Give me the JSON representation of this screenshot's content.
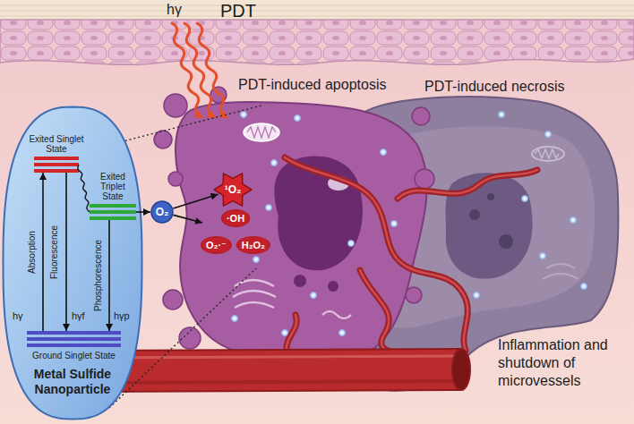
{
  "diagram": {
    "nodes": [
      {
        "text": [
          "Metal Sulfide Nanoparticle"
        ]
      },
      {
        "text": [
          "Exited Singlet State"
        ],
        "in": 0
      },
      {
        "text": [
          "Exited Triplet State"
        ],
        "in": 0
      },
      {
        "text": [
          "Ground Singlet State"
        ],
        "in": 0
      },
      {
        "text": [
          "O₂"
        ]
      },
      {
        "text": [
          "¹O₂"
        ]
      },
      {
        "text": [
          "·OH",
          "O₂·⁻",
          "H₂O₂"
        ]
      }
    ],
    "edges": [
      {
        "from": 3,
        "to": 1,
        "label": "Absorption",
        "arrow": "to"
      },
      {
        "from": 1,
        "to": 3,
        "label": "Fluorescence",
        "arrow": "to"
      },
      {
        "from": 1,
        "to": 2,
        "arrow": "none"
      },
      {
        "from": 2,
        "to": 3,
        "label": "Phosphorescence",
        "arrow": "to"
      },
      {
        "from": 2,
        "to": 4,
        "arrow": "to"
      },
      {
        "from": 4,
        "to": 5,
        "arrow": "to"
      },
      {
        "from": 4,
        "to": 6,
        "arrow": "to"
      }
    ],
    "labels": [
      "hγ",
      "PDT",
      "PDT-induced apoptosis",
      "PDT-induced necrosis",
      "hγ",
      "hγf",
      "hγp",
      "Inflammation and shutdown of microvessels"
    ]
  }
}
